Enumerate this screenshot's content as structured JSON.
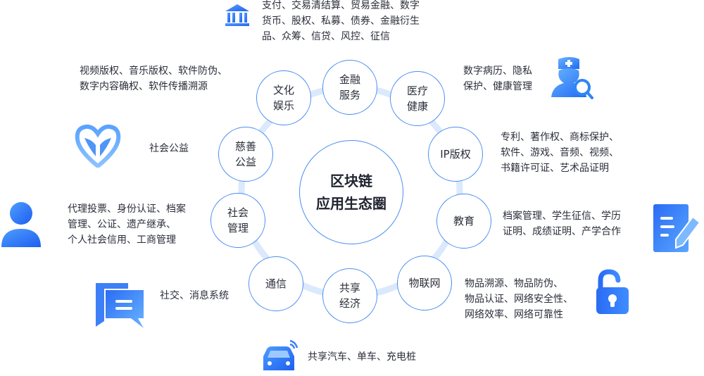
{
  "center": {
    "line1": "区块链",
    "line2": "应用生态圈"
  },
  "colors": {
    "accent": "#2d6cf6",
    "accent_light": "#6aaeff",
    "ring": "#dbe9fd",
    "node_border": "#4a8ef0",
    "text": "#2b2f3a"
  },
  "nodes": [
    {
      "id": "finance",
      "label": "金融服务"
    },
    {
      "id": "medical",
      "label": "医疗健康"
    },
    {
      "id": "ip",
      "label": "IP版权"
    },
    {
      "id": "education",
      "label": "教育"
    },
    {
      "id": "iot",
      "label": "物联网"
    },
    {
      "id": "sharing",
      "label": "共享经济"
    },
    {
      "id": "telecom",
      "label": "通信"
    },
    {
      "id": "social_mgmt",
      "label": "社会管理"
    },
    {
      "id": "charity",
      "label": "慈善公益"
    },
    {
      "id": "culture",
      "label": "文化娱乐"
    }
  ],
  "descriptions": {
    "finance": [
      "支付、交易清结算、贸易金融、数字",
      "货币、股权、私募、债券、金融衍生",
      "品、众筹、信贷、风控、征信"
    ],
    "medical": [
      "数字病历、隐私",
      "保护、健康管理"
    ],
    "ip": [
      "专利、著作权、商标保护、",
      "软件、游戏、音频、视频、",
      "书籍许可证、艺术品证明"
    ],
    "education": [
      "档案管理、学生征信、学历",
      "证明、成绩证明、产学合作"
    ],
    "iot": [
      "物品溯源、物品防伪、",
      "物品认证、网络安全性、",
      "网络效率、网络可靠性"
    ],
    "sharing": [
      "共享汽车、单车、充电桩"
    ],
    "telecom": [
      "社交、消息系统"
    ],
    "social_mgmt": [
      "代理投票、身份认证、档案",
      "管理、公证、遗产继承、",
      "个人社会信用、工商管理"
    ],
    "charity": [
      "社会公益"
    ],
    "culture": [
      "视频版权、音乐版权、软件防伪、",
      "数字内容确权、软件传播溯源"
    ]
  },
  "icons": {
    "finance": "bank-icon",
    "medical": "doctor-search-icon",
    "education": "document-pen-icon",
    "iot": "unlocked-padlock-icon",
    "sharing": "connected-car-icon",
    "telecom": "chat-bubbles-icon",
    "social_mgmt": "user-icon",
    "charity": "heart-hands-icon"
  }
}
